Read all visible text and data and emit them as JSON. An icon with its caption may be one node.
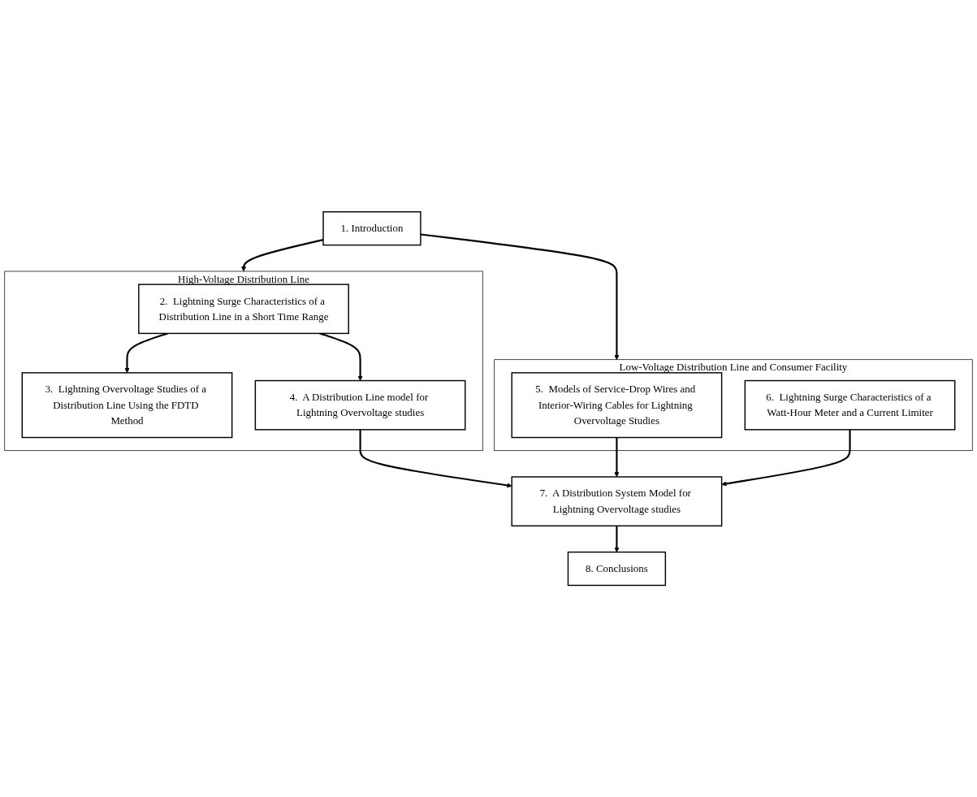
{
  "diagram": {
    "nodes": [
      {
        "text": [
          "1.  Introduction"
        ]
      },
      {
        "text": [
          "High-Voltage Distribution Line"
        ]
      },
      {
        "text": [
          "2.  Lightning Surge Characteristics of a Distribution Line in a Short Time Range"
        ],
        "in": 1
      },
      {
        "text": [
          "3.  Lightning Overvoltage Studies of a Distribution Line Using the FDTD Method"
        ],
        "in": 1
      },
      {
        "text": [
          "4.  A Distribution Line model for Lightning Overvoltage studies"
        ],
        "in": 1
      },
      {
        "text": [
          "Low-Voltage Distribution Line and Consumer Facility"
        ]
      },
      {
        "text": [
          "5.  Models of Service-Drop Wires and Interior-Wiring Cables for Lightning Overvoltage Studies"
        ],
        "in": 5
      },
      {
        "text": [
          "6.  Lightning Surge Characteristics of a Watt-Hour Meter and a Current Limiter"
        ],
        "in": 5
      },
      {
        "text": [
          "7.  A Distribution System Model for Lightning Overvoltage studies"
        ]
      },
      {
        "text": [
          "8.  Conclusions"
        ]
      }
    ],
    "edges": [
      {
        "from": 0,
        "to": 1,
        "arrow": "to"
      },
      {
        "from": 0,
        "to": 5,
        "arrow": "to"
      },
      {
        "from": 2,
        "to": 3,
        "arrow": "to"
      },
      {
        "from": 2,
        "to": 4,
        "arrow": "to"
      },
      {
        "from": 4,
        "to": 8,
        "arrow": "to"
      },
      {
        "from": 6,
        "to": 8,
        "arrow": "to"
      },
      {
        "from": 7,
        "to": 8,
        "arrow": "to"
      },
      {
        "from": 8,
        "to": 9,
        "arrow": "to"
      }
    ]
  }
}
